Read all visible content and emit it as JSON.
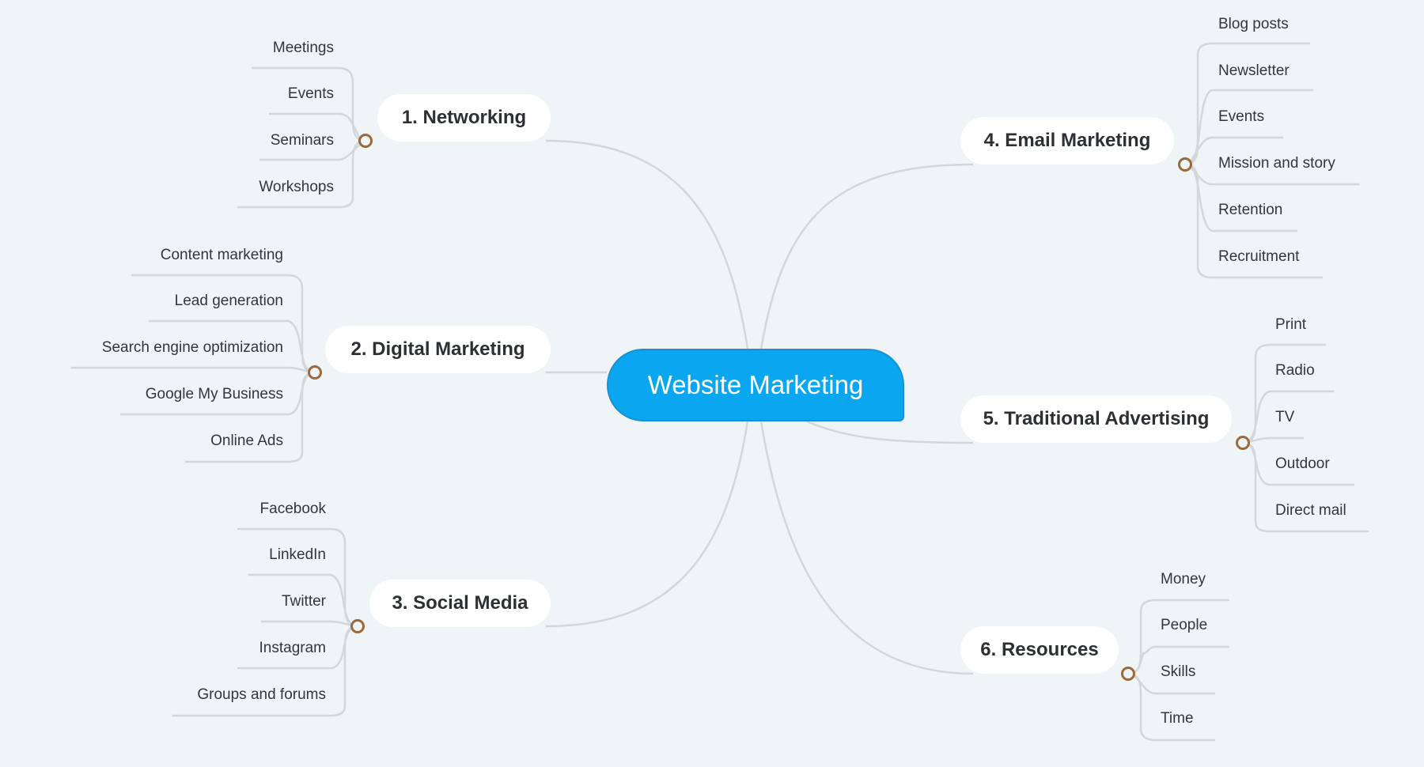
{
  "central": {
    "label": "Website Marketing"
  },
  "branches": [
    {
      "label": "1. Networking",
      "items": [
        "Meetings",
        "Events",
        "Seminars",
        "Workshops"
      ]
    },
    {
      "label": "2. Digital Marketing",
      "items": [
        "Content marketing",
        "Lead generation",
        "Search engine optimization",
        "Google My Business",
        "Online Ads"
      ]
    },
    {
      "label": "3. Social Media",
      "items": [
        "Facebook",
        "LinkedIn",
        "Twitter",
        "Instagram",
        "Groups and forums"
      ]
    },
    {
      "label": "4. Email Marketing",
      "items": [
        "Blog posts",
        "Newsletter",
        "Events",
        "Mission and story",
        "Retention",
        "Recruitment"
      ]
    },
    {
      "label": "5. Traditional Advertising",
      "items": [
        "Print",
        "Radio",
        "TV",
        "Outdoor",
        "Direct mail"
      ]
    },
    {
      "label": "6. Resources",
      "items": [
        "Money",
        "People",
        "Skills",
        "Time"
      ]
    }
  ],
  "colors": {
    "background": "#eff4f7",
    "central_fill": "#0aa6ef",
    "branch_fill": "#ffffff",
    "connector": "#d3d7da",
    "collapse_ring": "#9b6a3c"
  }
}
